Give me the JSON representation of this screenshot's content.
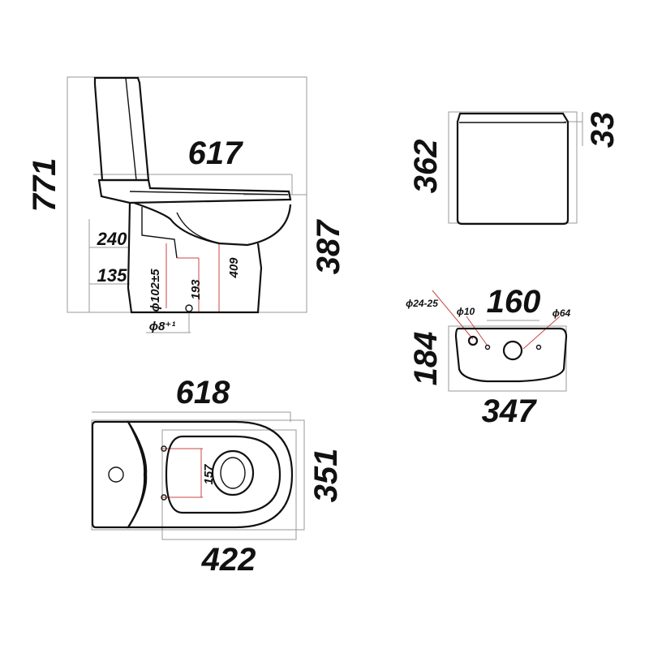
{
  "side_view": {
    "total_height": "771",
    "total_length": "617",
    "height_right": "387",
    "dim_240": "240",
    "dim_135": "135",
    "dim_outlet": "ϕ102±5",
    "dim_193": "193",
    "dim_409": "409",
    "dim_bolt": "ϕ8⁺¹"
  },
  "tank_side": {
    "height": "362",
    "lid_height": "33"
  },
  "tank_top": {
    "width": "347",
    "depth": "184",
    "hole_spacing": "160",
    "inlet": "ϕ24-25",
    "small_hole": "ϕ10",
    "flush_hole": "ϕ64"
  },
  "top_view": {
    "length": "618",
    "width": "351",
    "bowl_length": "422",
    "seat_hole_spacing": "157"
  }
}
